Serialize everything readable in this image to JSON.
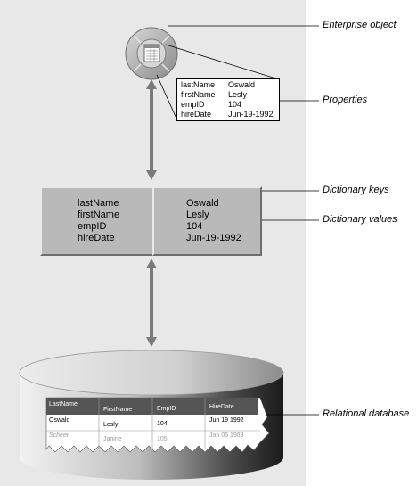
{
  "callouts": {
    "enterprise_object": "Enterprise object",
    "properties": "Properties",
    "dictionary_keys": "Dictionary keys",
    "dictionary_values": "Dictionary values",
    "relational_database": "Relational database"
  },
  "properties_box": {
    "rows": [
      {
        "key": "lastName",
        "value": "Oswald"
      },
      {
        "key": "firstName",
        "value": "Lesly"
      },
      {
        "key": "empID",
        "value": "104"
      },
      {
        "key": "hireDate",
        "value": "Jun-19-1992"
      }
    ]
  },
  "dictionary": {
    "keys": [
      "lastName",
      "firstName",
      "empID",
      "hireDate"
    ],
    "values": [
      "Oswald",
      "Lesly",
      "104",
      "Jun-19-1992"
    ]
  },
  "database_table": {
    "headers": [
      "LastName",
      "FirstName",
      "EmpID",
      "HireDate"
    ],
    "rows": [
      [
        "Oswald",
        "Lesly",
        "104",
        "Jun 19 1992"
      ],
      [
        "Scheer",
        "Janine",
        "105",
        "Jan 06 1989"
      ]
    ]
  },
  "colors": {
    "panel": "#e8e8e8",
    "connector": "#7a7a7a",
    "dictionary_box": "#b9b9b9",
    "table_header": "#555555"
  },
  "icons": {
    "enterprise_object": "document-table-icon"
  }
}
